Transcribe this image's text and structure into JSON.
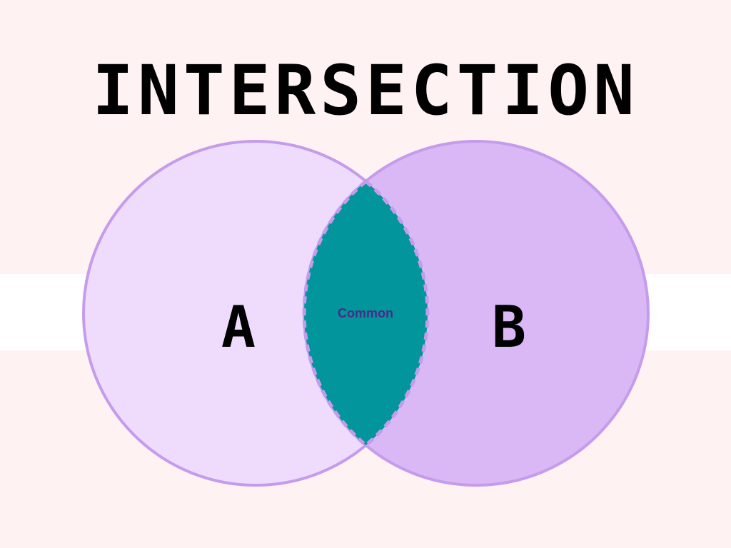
{
  "title": "INTERSECTION",
  "sets": {
    "a": {
      "label": "A",
      "fill": "#efdcfd",
      "stroke": "#c59cec"
    },
    "b": {
      "label": "B",
      "fill": "#d9b8f5",
      "stroke": "#c59cec"
    }
  },
  "intersection": {
    "label": "Common",
    "fill": "#02959b",
    "border": "#c59cec",
    "label_color": "#4b2a8a"
  },
  "colors": {
    "background": "#fff2f2",
    "band": "#ffffff"
  }
}
